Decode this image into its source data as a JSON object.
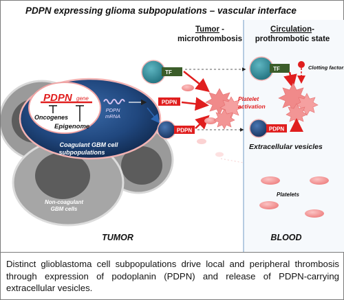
{
  "title": "PDPN expressing glioma subpopulations – vascular interface",
  "headers": {
    "tumor_micro_l1a": "Tumor",
    "tumor_micro_l1b": " -",
    "tumor_micro_l2": "microthrombosis",
    "circulation_l1a": "Circulation",
    "circulation_l1b": "-",
    "circulation_l2": "prothrombotic state"
  },
  "gene": {
    "name": "PDPN",
    "suffix": "gene",
    "oncogenes": "Oncogenes",
    "epigenome": "Epigenome",
    "mrna_l1": "PDPN",
    "mrna_l2": "mRNA"
  },
  "cells": {
    "coag_l1": "Coagulant  GBM cell",
    "coag_l2": "subpopulations",
    "noncoag_l1": "Non-coagulant",
    "noncoag_l2": "GBM cells"
  },
  "tags": {
    "tf_left": "TF",
    "tf_right": "TF",
    "pdpn_surface": "PDPN",
    "pdpn_vesicle_left": "PDPN",
    "pdpn_vesicle_right": "PDPN"
  },
  "labels": {
    "platelet_l1": "Platelet",
    "platelet_l2": "activation",
    "clotting": "Clotting factors",
    "ev": "Extracellular vesicles",
    "platelets": "Platelets",
    "tumor": "TUMOR",
    "blood": "BLOOD"
  },
  "caption": "Distinct glioblastoma cell subpopulations drive local and peripheral thrombosis through expression of podoplanin (PDPN) and release of PDPN-carrying extracellular vesicles.",
  "colors": {
    "accent_red": "#e01e1e",
    "navy": "#1b3a6b",
    "teal": "#2e8c9a",
    "tf_green": "#3b5d2a",
    "platelet_pink": "#f08a8a",
    "divider_blue": "#9fbcd8"
  }
}
